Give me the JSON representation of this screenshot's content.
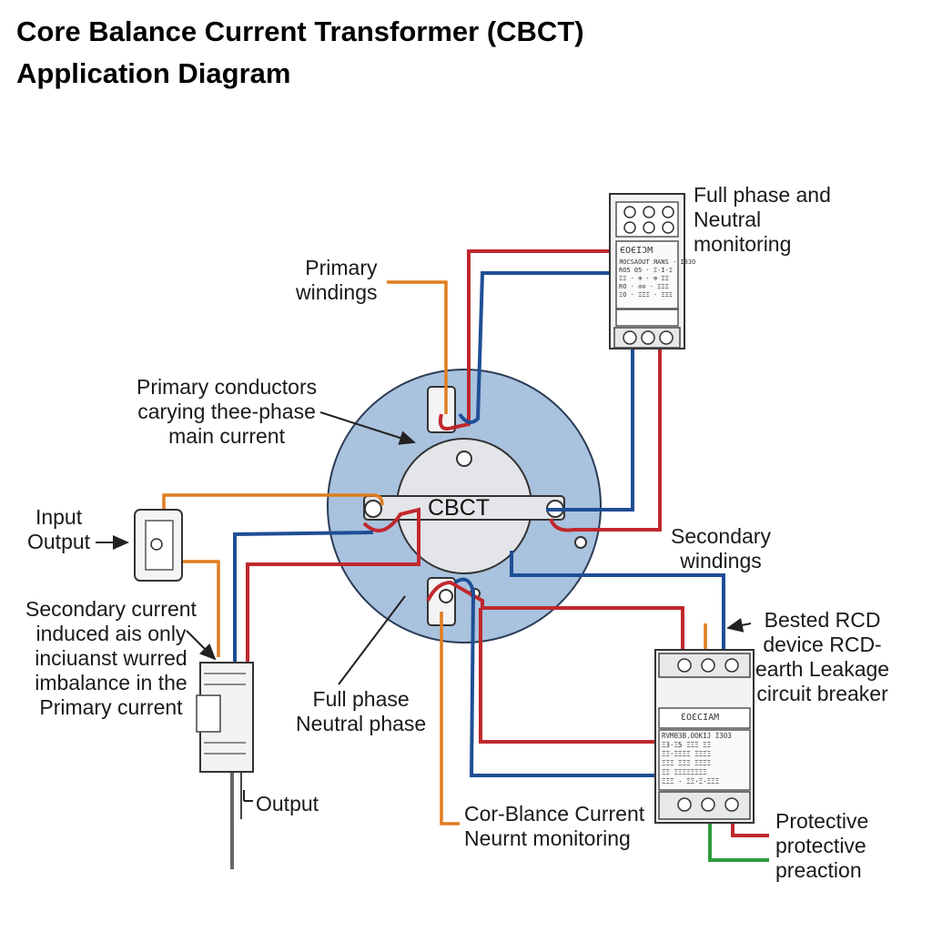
{
  "title": {
    "line1": "Core Balance Current Transformer (CBCT)",
    "line2": "Application Diagram"
  },
  "center_label": "CBCT",
  "labels": {
    "primary_windings": [
      "Primary",
      "windings"
    ],
    "full_phase_neutral_monitoring": [
      "Full phase and",
      "Neutral",
      "monitoring"
    ],
    "primary_conductors": [
      "Primary conductors",
      "carying thee-phase",
      "main current"
    ],
    "input_output": [
      "Input",
      "Output"
    ],
    "secondary_windings": [
      "Secondary",
      "windings"
    ],
    "secondary_current": [
      "Secondary current",
      "induced ais only",
      "inciuanst wurred",
      "imbalance in the",
      "Primary current"
    ],
    "bested_rcd": [
      "Bested RCD",
      "device RCD-",
      "earth Leakage",
      "circuit breaker"
    ],
    "full_phase_neutral_phase": [
      "Full phase",
      "Neutral phase"
    ],
    "output": "Output",
    "cor_blance": [
      "Cor-Blance Current",
      "Neurnt monitoring"
    ],
    "protective": [
      "Protective",
      "protective",
      "preaction"
    ]
  },
  "device_text": {
    "top_relay_brand": "ЄOЄIƆM",
    "top_relay_lines": [
      "ЯOCSAOUT ЯΑNS · I83O",
      "RO5 05 · Ξ·I·Ξ",
      "ΞΞ · ⊕ · ⊕ ΞΞ",
      "RO · ⊙⊙ · ΞΞΞ",
      "ΞΟ · ΞΞΞ · ΞΞΞ"
    ],
    "rcd_brand": "ƐOƐCIAM",
    "rcd_lines": [
      "RVMΘ3B.OOKIJ   I3O3",
      "Ξ3·Ξ5   ΞΞΞ ΞΞ",
      "ΞΞ·ΞΞΞΞ   ΞΞΞΞ",
      "ΞΞΞ ΞΞΞ   ΞΞΞΞ",
      "ΞΞ  ΞΞΞΞΞΞΞΞ",
      "ΞΞΞ ·  ΞΞ·Ξ·ΞΞΞ"
    ]
  },
  "colors": {
    "phase": "#c0282d",
    "neutral": "#1f4e96",
    "signal": "#e07c1e",
    "earth": "#2e9b3c",
    "core_fill": "#a9c2de",
    "ring_fill": "#e3e5e8"
  }
}
